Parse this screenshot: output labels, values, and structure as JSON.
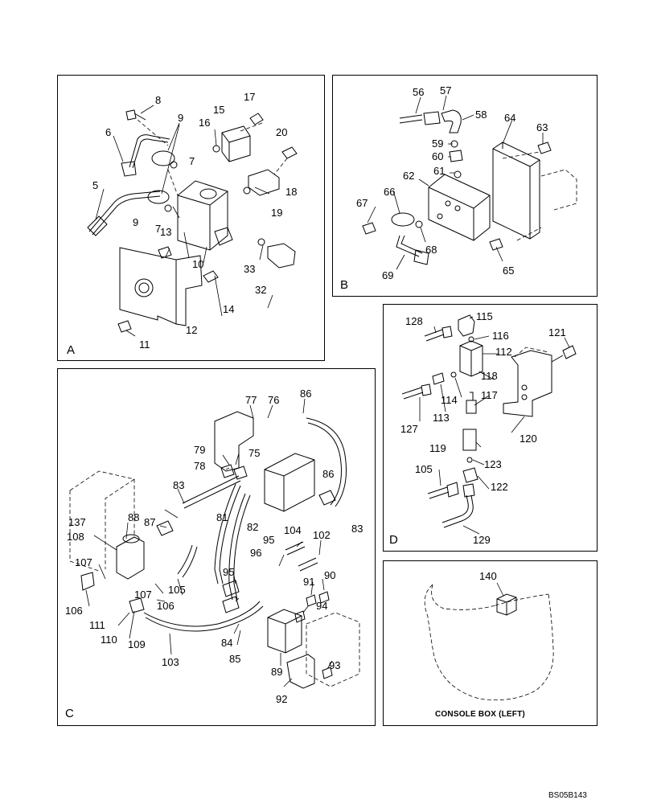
{
  "panels": [
    {
      "letter": "A",
      "callouts": [
        "8",
        "9",
        "6",
        "16",
        "15",
        "17",
        "20",
        "7",
        "18",
        "5",
        "19",
        "9",
        "7",
        "13",
        "33",
        "10",
        "32",
        "14",
        "12",
        "11"
      ]
    },
    {
      "letter": "B",
      "callouts": [
        "56",
        "57",
        "58",
        "59",
        "60",
        "64",
        "63",
        "61",
        "62",
        "66",
        "67",
        "68",
        "65",
        "69"
      ]
    },
    {
      "letter": "C",
      "callouts": [
        "77",
        "76",
        "86",
        "79",
        "75",
        "78",
        "83",
        "86",
        "81",
        "82",
        "104",
        "83",
        "137",
        "88",
        "87",
        "95",
        "102",
        "108",
        "96",
        "107",
        "105",
        "95",
        "91",
        "90",
        "106",
        "107",
        "106",
        "111",
        "94",
        "110",
        "109",
        "84",
        "85",
        "103",
        "89",
        "93",
        "92"
      ]
    },
    {
      "letter": "D",
      "callouts": [
        "128",
        "115",
        "116",
        "121",
        "112",
        "118",
        "114",
        "117",
        "127",
        "113",
        "120",
        "119",
        "123",
        "105",
        "122",
        "129"
      ]
    },
    {
      "letter": "",
      "callouts": [
        "140"
      ]
    }
  ],
  "console_label": "CONSOLE BOX (LEFT)",
  "footer_ref": "BS05B143"
}
